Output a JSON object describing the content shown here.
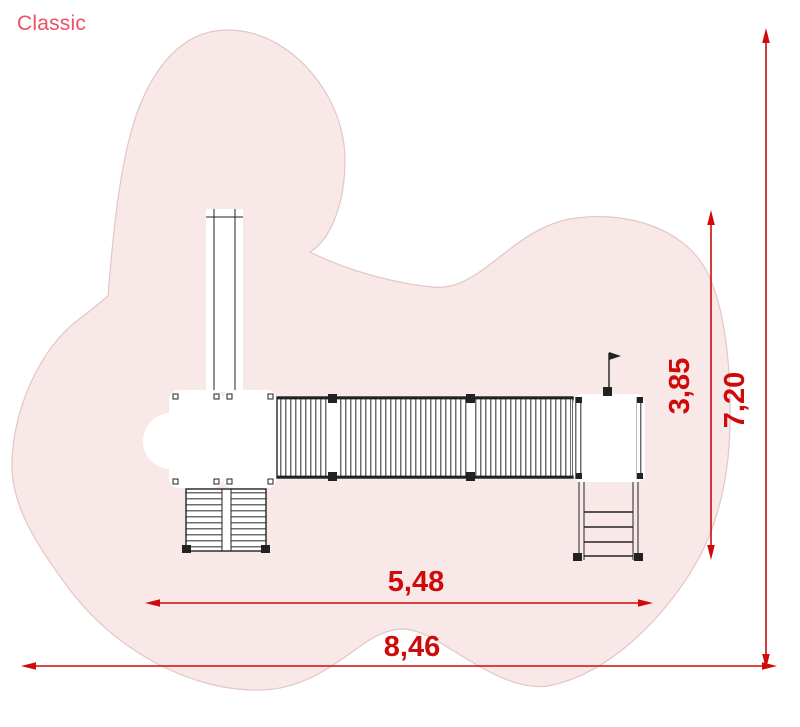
{
  "title": "Classic",
  "dimensions": {
    "overall_height": "7,20",
    "section_height": "3,85",
    "section_width": "5,48",
    "overall_width": "8,46"
  },
  "colors": {
    "title": "#ee4f65",
    "dimension": "#cf0a0a",
    "zone_fill": "#f9e8e8",
    "zone_stroke": "#e3c6c6",
    "drawing": "#222222"
  }
}
